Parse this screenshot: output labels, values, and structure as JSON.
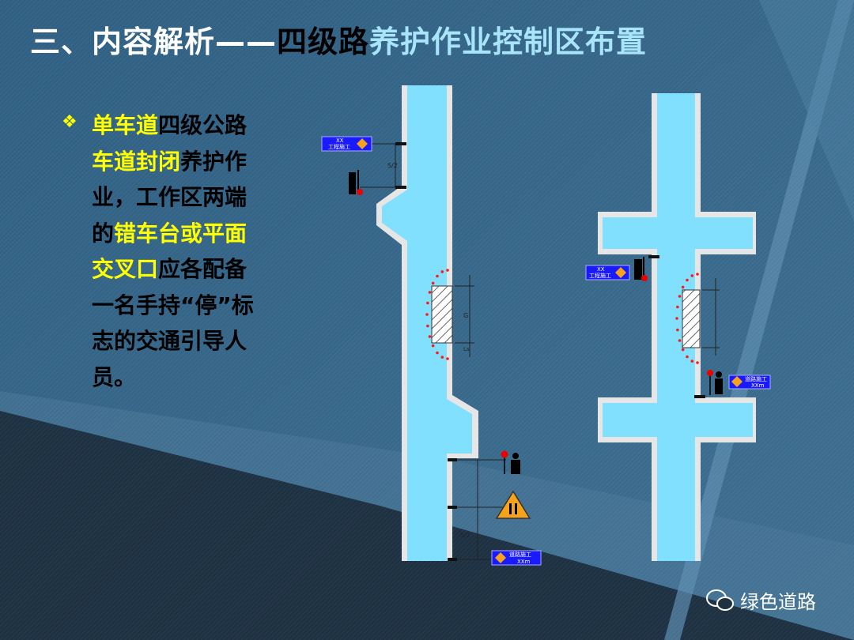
{
  "title": {
    "part1": "三、内容解析——",
    "part2": "四级路",
    "part3": "养护作业控制区布置"
  },
  "bullet_icon": "❖",
  "paragraph": [
    {
      "text": "单车道",
      "hl": true
    },
    {
      "text": "四级公路",
      "hl": false
    },
    {
      "text": "车道封闭",
      "hl": true
    },
    {
      "text": "养护作业，工作区两端的",
      "hl": false
    },
    {
      "text": "错车台或平面交叉口",
      "hl": true
    },
    {
      "text": "应各配备一名手持“停”标志的交通引导人员。",
      "hl": false
    }
  ],
  "diagram": {
    "dim_s_half": "S/2",
    "dim_ls": "Ls",
    "dim_g": "G",
    "sign_top": {
      "line1": "XX",
      "line2": "工程施工"
    },
    "sign_bottom": {
      "line1": "道路施工",
      "line2": "XXm"
    },
    "sign_right": {
      "line1": "道路施工",
      "line2": "XXm"
    },
    "sign_left2": {
      "line1": "XX",
      "line2": "工程施工"
    }
  },
  "colors": {
    "road": "#82e0ff",
    "edge": "#e6e6e6",
    "sign_blue": "#1a1aff",
    "warn": "#f7a21b",
    "highlight": "#ffff00"
  },
  "watermark": {
    "icon": "wechat-icon",
    "text": "绿色道路"
  }
}
